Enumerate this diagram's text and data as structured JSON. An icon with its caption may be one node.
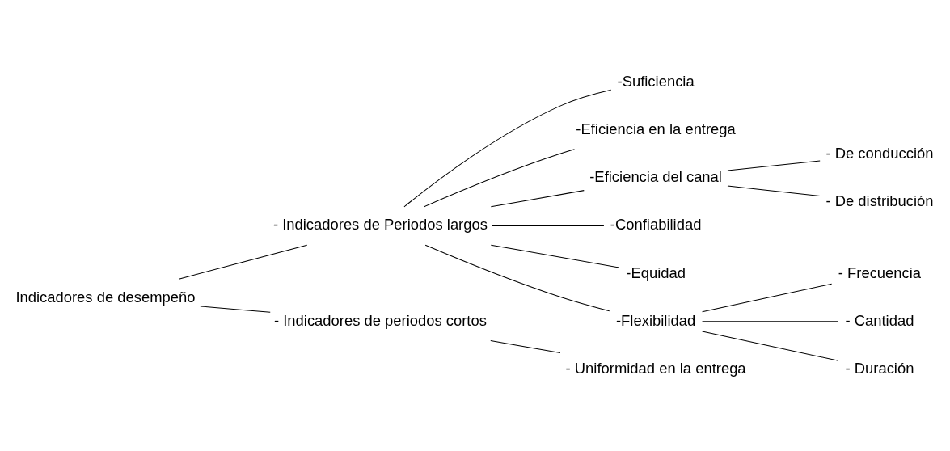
{
  "diagram": {
    "nodes": [
      {
        "text": [
          "Indicadores de desempeño"
        ]
      },
      {
        "text": [
          "- Indicadores de Periodos largos"
        ]
      },
      {
        "text": [
          "- Indicadores de periodos cortos"
        ]
      },
      {
        "text": [
          "-Suficiencia"
        ]
      },
      {
        "text": [
          "-Eficiencia en la entrega"
        ]
      },
      {
        "text": [
          "-Eficiencia del canal"
        ]
      },
      {
        "text": [
          "- De conducción"
        ]
      },
      {
        "text": [
          "- De distribución"
        ]
      },
      {
        "text": [
          "-Confiabilidad"
        ]
      },
      {
        "text": [
          "-Equidad"
        ]
      },
      {
        "text": [
          "-Flexibilidad"
        ]
      },
      {
        "text": [
          "- Frecuencia"
        ]
      },
      {
        "text": [
          "- Cantidad"
        ]
      },
      {
        "text": [
          "- Duración"
        ]
      },
      {
        "text": [
          "- Uniformidad en la entrega"
        ]
      }
    ],
    "edges": [
      {
        "from": 0,
        "to": 1,
        "arrow": "none"
      },
      {
        "from": 0,
        "to": 2,
        "arrow": "none"
      },
      {
        "from": 1,
        "to": 3,
        "arrow": "none"
      },
      {
        "from": 1,
        "to": 4,
        "arrow": "none"
      },
      {
        "from": 1,
        "to": 5,
        "arrow": "none"
      },
      {
        "from": 5,
        "to": 6,
        "arrow": "none"
      },
      {
        "from": 5,
        "to": 7,
        "arrow": "none"
      },
      {
        "from": 1,
        "to": 8,
        "arrow": "none"
      },
      {
        "from": 1,
        "to": 9,
        "arrow": "none"
      },
      {
        "from": 1,
        "to": 10,
        "arrow": "none"
      },
      {
        "from": 10,
        "to": 11,
        "arrow": "none"
      },
      {
        "from": 10,
        "to": 12,
        "arrow": "none"
      },
      {
        "from": 10,
        "to": 13,
        "arrow": "none"
      },
      {
        "from": 2,
        "to": 14,
        "arrow": "none"
      }
    ]
  }
}
